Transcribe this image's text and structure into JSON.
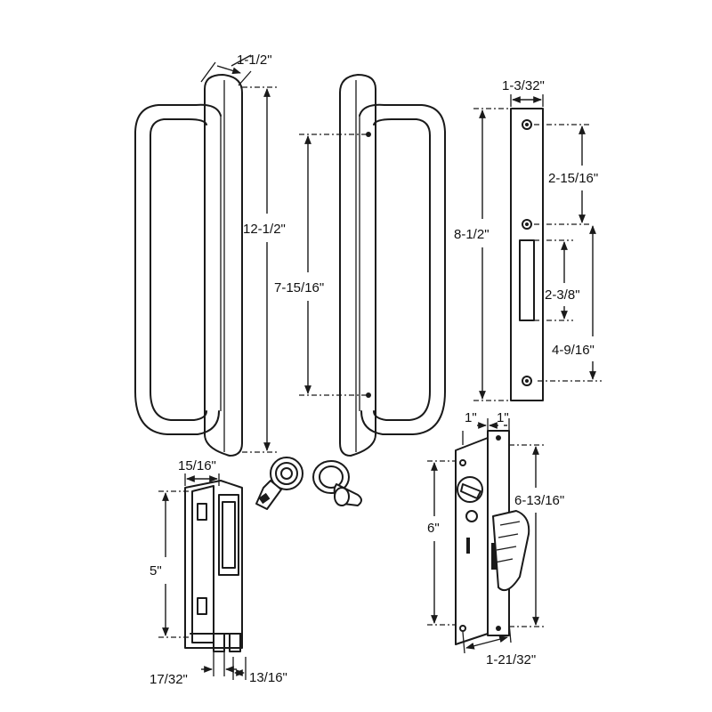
{
  "colors": {
    "line": "#1a1a1a",
    "background": "#ffffff"
  },
  "labels": {
    "handle_width": "1-1/2\"",
    "handle_length": "12-1/2\"",
    "handle_mount_spacing": "7-15/16\"",
    "plate_width": "1-3/32\"",
    "plate_length": "8-1/2\"",
    "plate_hole_spacing": "2-15/16\"",
    "plate_slot_length": "2-3/8\"",
    "plate_lower_spacing": "4-9/16\"",
    "keeper_width": "15/16\"",
    "keeper_length": "5\"",
    "keeper_bottom_offset": "17/32\"",
    "keeper_lip": "13/16\"",
    "lock_backset_left": "1\"",
    "lock_backset_right": "1\"",
    "lock_body_height": "6\"",
    "lock_faceplate_height": "6-13/16\"",
    "lock_width": "1-21/32\""
  }
}
